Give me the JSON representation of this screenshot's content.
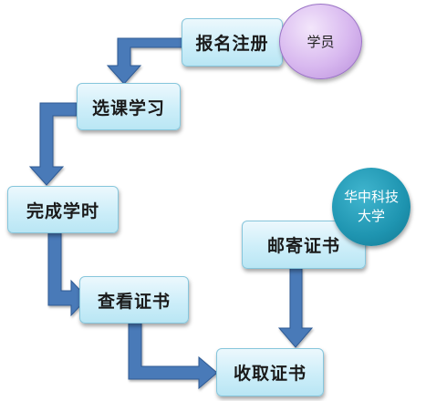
{
  "steps": {
    "register": "报名注册",
    "select_course": "选课学习",
    "finish_hours": "完成学时",
    "view_certificate": "查看证书",
    "receive_certificate": "收取证书",
    "mail_certificate": "邮寄证书"
  },
  "actors": {
    "student": "学员",
    "university": "华中科技大学"
  },
  "colors": {
    "arrow_fill": "#4a7ab8",
    "arrow_stroke": "#2d5a94",
    "box_border": "#86c6dc",
    "student_circle": "#d8b8ef",
    "university_circle": "#1e94b0"
  }
}
